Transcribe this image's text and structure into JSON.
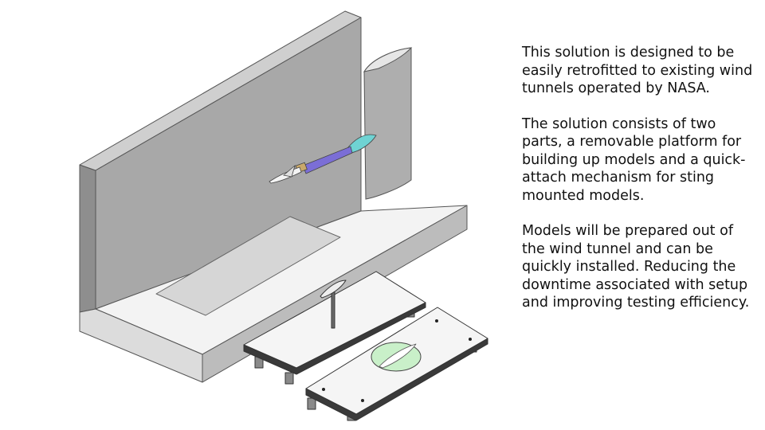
{
  "slide": {
    "paragraphs": [
      "This solution is designed to be easily retrofitted to existing wind tunnels operated by NASA.",
      "The solution consists of two parts, a removable platform for building up models and a quick-attach mechanism for sting mounted models.",
      "Models will be prepared out of the wind tunnel and can be quickly installed. Reducing the downtime associated with setup and improving testing efficiency."
    ]
  },
  "colors": {
    "wall_face": "#a8a8a8",
    "wall_side": "#8e8e8e",
    "floor_top": "#f3f3f3",
    "floor_front": "#dcdcdc",
    "floor_side": "#bcbcbc",
    "opening": "#d6d6d6",
    "strut": "#aeaeae",
    "sting": "#7b6ed6",
    "nose": "#6fd3d3",
    "turntable": "#c9f0c9",
    "plate_top": "#f5f5f5",
    "plate_edge": "#2f2f2f",
    "foot": "#8a8a8a"
  }
}
